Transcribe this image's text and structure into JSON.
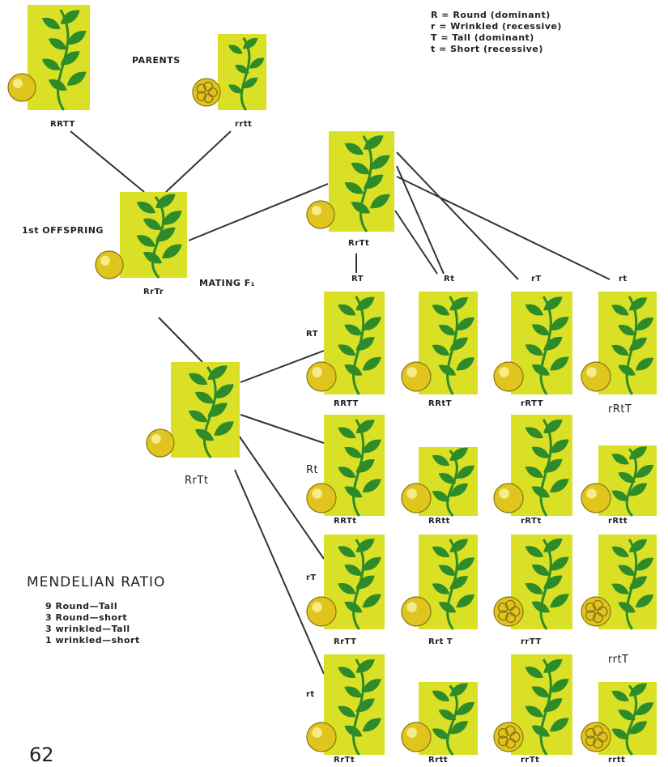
{
  "legend": [
    "R = Round  (dominant)",
    "r = Wrinkled  (recessive)",
    "T = Tall  (dominant)",
    "t = Short  (recessive)"
  ],
  "parents_label": "PARENTS",
  "offspring_label": "1st OFFSPRING",
  "mating_label": "MATING F₁",
  "ratio": {
    "title": "MENDELIAN RATIO",
    "lines": [
      "9  Round—Tall",
      "3  Round—short",
      "3  wrinkled—Tall",
      "1  wrinkled—short"
    ]
  },
  "page_number": "62",
  "plants": {
    "p1": "RRTT",
    "p2": "rrtt",
    "f1": "RrTr",
    "mate_top": "RrTt",
    "mate_left": "RrTt"
  },
  "gametes_top": [
    "RT",
    "Rt",
    "rT",
    "rt"
  ],
  "gametes_left": [
    "RT",
    "Rt",
    "rT",
    "rt"
  ],
  "grid": [
    [
      "RRTT",
      "RRtT",
      "rRTT",
      "rRtT"
    ],
    [
      "RRTt",
      "RRtt",
      "rRTt",
      "rRtt"
    ],
    [
      "RrTT",
      "Rrt T",
      "rrTT",
      "rrtT"
    ],
    [
      "RrTt",
      "Rrtt",
      "rrTt",
      "rrtt"
    ]
  ],
  "colors": {
    "card": "#d9e025",
    "leaf": "#2e8b2a",
    "pea": "#e0c51e"
  }
}
